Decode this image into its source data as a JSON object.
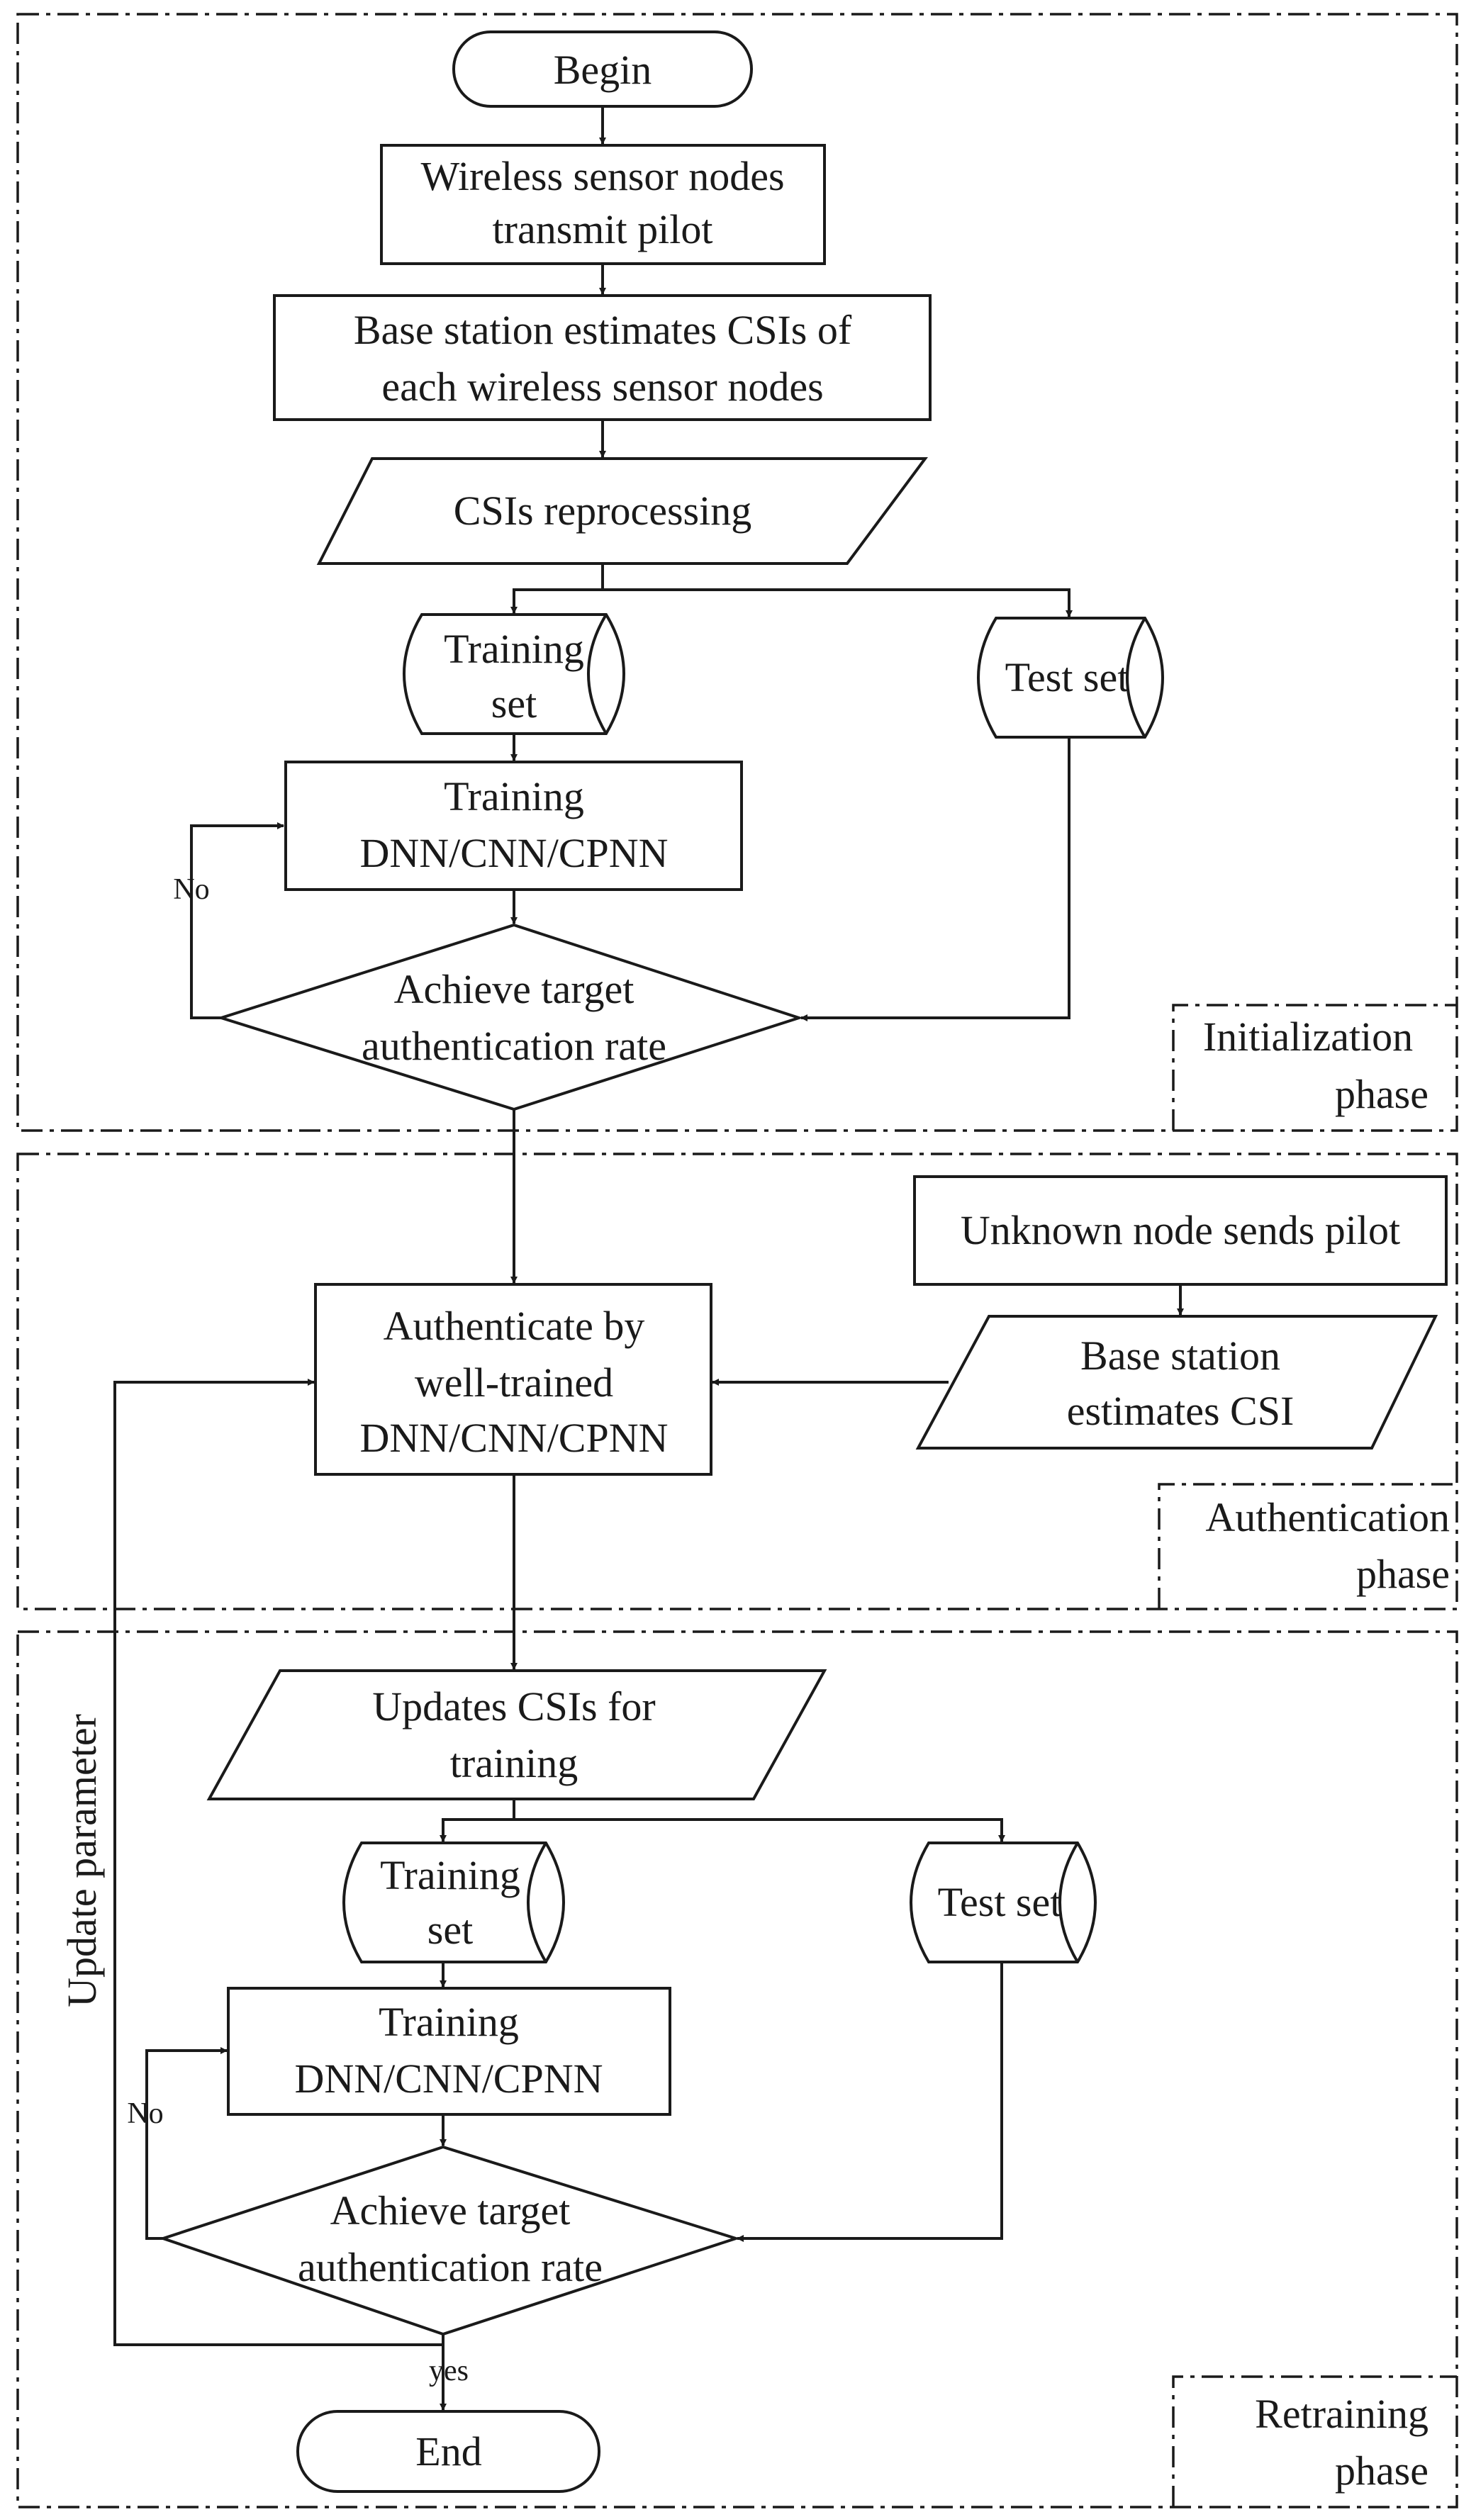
{
  "phases": {
    "initialization": [
      "Initialization",
      "phase"
    ],
    "authentication": [
      "Authentication",
      "phase"
    ],
    "retraining": [
      "Retraining",
      "phase"
    ]
  },
  "nodes": {
    "begin": "Begin",
    "wireless_pilot": [
      "Wireless sensor nodes",
      "transmit pilot"
    ],
    "bs_estimates": [
      "Base station estimates CSIs of",
      "each wireless sensor nodes"
    ],
    "csi_reprocessing": "CSIs reprocessing",
    "training_set_1": [
      "Training",
      "set"
    ],
    "test_set_1": "Test set",
    "training_1": [
      "Training",
      "DNN/CNN/CPNN"
    ],
    "decision_1": [
      "Achieve target",
      "authentication rate"
    ],
    "unknown_node": "Unknown node sends pilot",
    "bs_estimate_csi": [
      "Base station",
      "estimates CSI"
    ],
    "authenticate": [
      "Authenticate by",
      "well-trained",
      "DNN/CNN/CPNN"
    ],
    "updates_csi": [
      "Updates CSIs for",
      "training"
    ],
    "training_set_2": [
      "Training",
      "set"
    ],
    "test_set_2": "Test set",
    "training_2": [
      "Training",
      "DNN/CNN/CPNN"
    ],
    "decision_2": [
      "Achieve target",
      "authentication rate"
    ],
    "end": "End"
  },
  "edge_labels": {
    "no_1": "No",
    "no_2": "No",
    "yes": "yes",
    "update_parameter": "Update parameter"
  }
}
